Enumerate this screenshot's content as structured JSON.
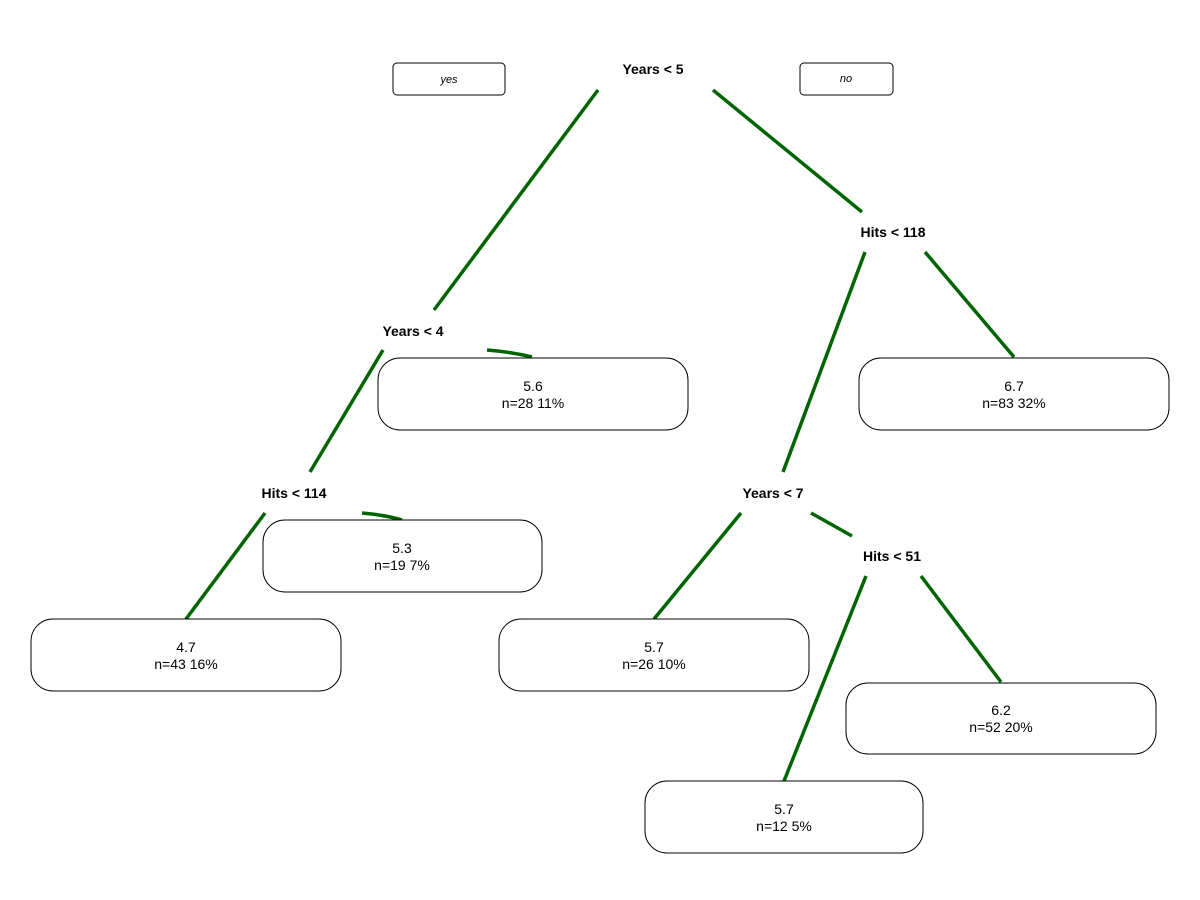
{
  "tree": {
    "branch_color": "#006400",
    "yes_label": "yes",
    "no_label": "no",
    "splits": [
      {
        "id": "root",
        "label": "Years < 5"
      },
      {
        "id": "years-4",
        "label": "Years < 4"
      },
      {
        "id": "hits-114",
        "label": "Hits < 114"
      },
      {
        "id": "hits-118",
        "label": "Hits < 118"
      },
      {
        "id": "years-7",
        "label": "Years < 7"
      },
      {
        "id": "hits-51",
        "label": "Hits < 51"
      }
    ],
    "leaves": [
      {
        "id": "leaf-4-7",
        "value": "4.7",
        "stats": "n=43  16%"
      },
      {
        "id": "leaf-5-3",
        "value": "5.3",
        "stats": "n=19  7%"
      },
      {
        "id": "leaf-5-6",
        "value": "5.6",
        "stats": "n=28  11%"
      },
      {
        "id": "leaf-5-7a",
        "value": "5.7",
        "stats": "n=26  10%"
      },
      {
        "id": "leaf-5-7b",
        "value": "5.7",
        "stats": "n=12  5%"
      },
      {
        "id": "leaf-6-2",
        "value": "6.2",
        "stats": "n=52  20%"
      },
      {
        "id": "leaf-6-7",
        "value": "6.7",
        "stats": "n=83  32%"
      }
    ]
  }
}
